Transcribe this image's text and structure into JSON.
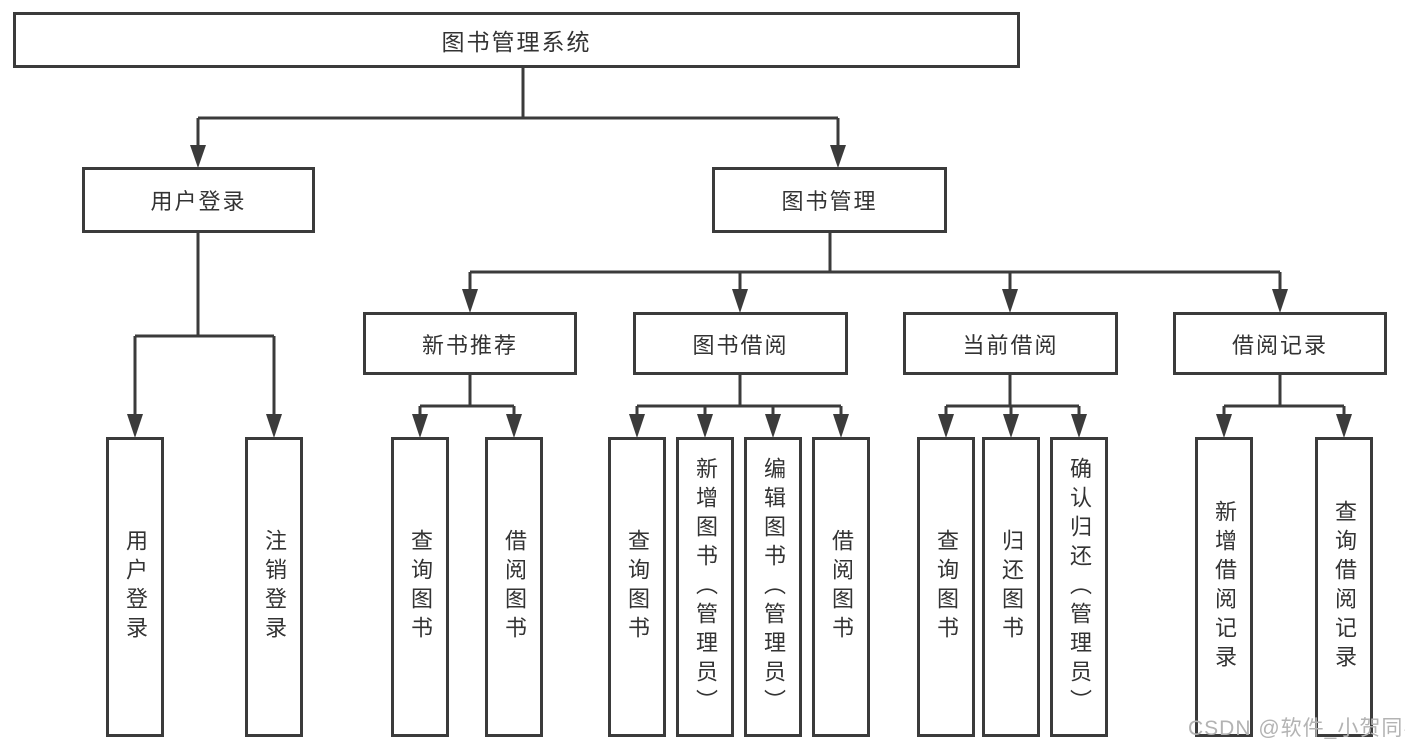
{
  "diagram": {
    "root": {
      "label": "图书管理系统"
    },
    "level1": [
      {
        "label": "用户登录"
      },
      {
        "label": "图书管理"
      }
    ],
    "level2": [
      {
        "label": "新书推荐"
      },
      {
        "label": "图书借阅"
      },
      {
        "label": "当前借阅"
      },
      {
        "label": "借阅记录"
      }
    ],
    "leaves": {
      "user_login": [
        "用户登录",
        "注销登录"
      ],
      "new_book": [
        "查询图书",
        "借阅图书"
      ],
      "book_borrow": [
        "查询图书",
        "新增图书（管理员）",
        "编辑图书（管理员）",
        "借阅图书"
      ],
      "current_borrow": [
        "查询图书",
        "归还图书",
        "确认归还（管理员）"
      ],
      "borrow_records": [
        "新增借阅记录",
        "查询借阅记录"
      ]
    }
  },
  "watermark": {
    "text": "CSDN @软件_小贺同学"
  },
  "colors": {
    "line": "#3b3b3b",
    "text": "#333333",
    "background": "#ffffff",
    "watermark": "#b3b3b3"
  }
}
